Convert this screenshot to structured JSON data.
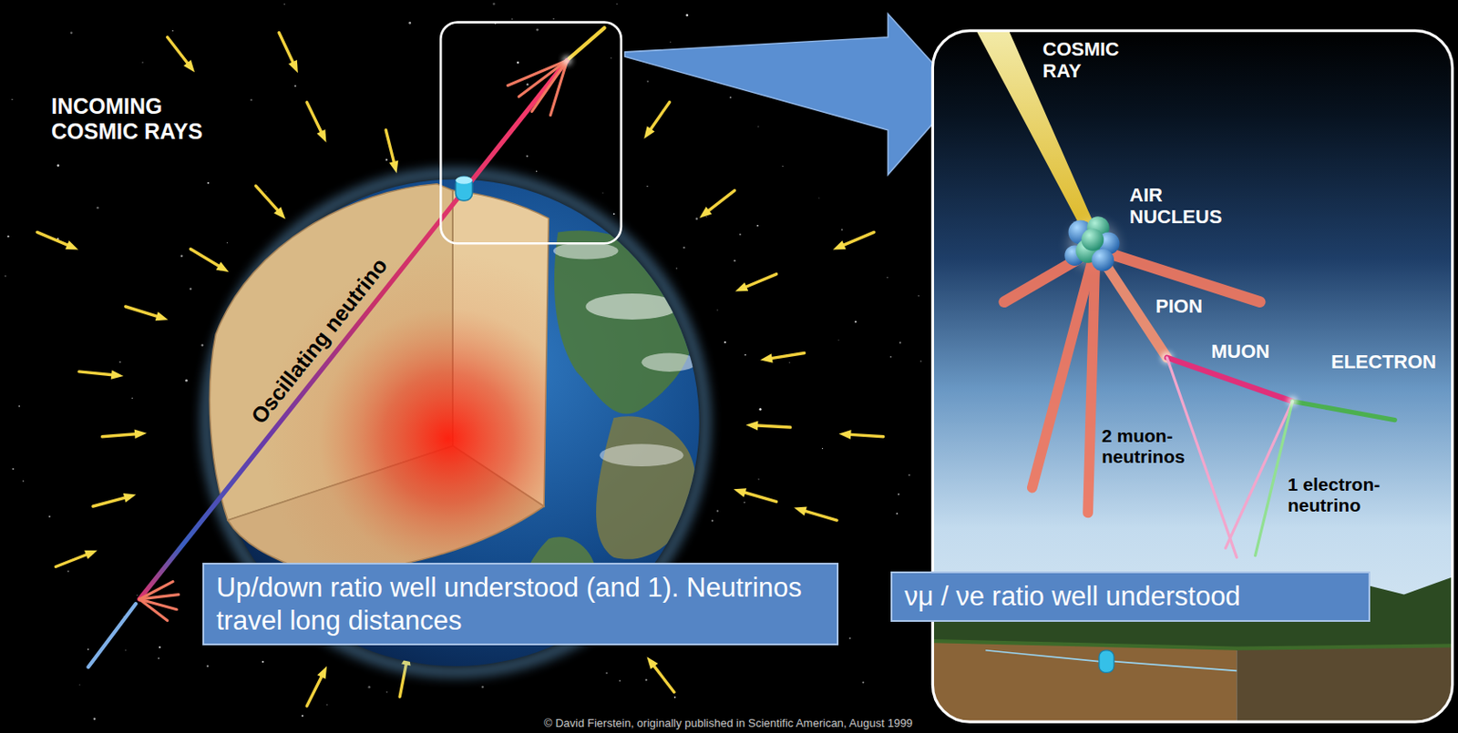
{
  "diagram": {
    "nodes": [
      {
        "text": [
          "Up/down ratio well understood (and 1). Neutrinos travel long distances"
        ]
      },
      {
        "text": [
          "νμ / νe ratio well understood"
        ]
      }
    ],
    "labels": [
      "INCOMING COSMIC RAYS",
      "Oscillating neutrino",
      "COSMIC RAY",
      "AIR NUCLEUS",
      "PION",
      "MUON",
      "ELECTRON",
      "2 muon-neutrinos",
      "1 electron-neutrino",
      "© David Fierstein, originally published in Scientific American, August 1999"
    ]
  }
}
